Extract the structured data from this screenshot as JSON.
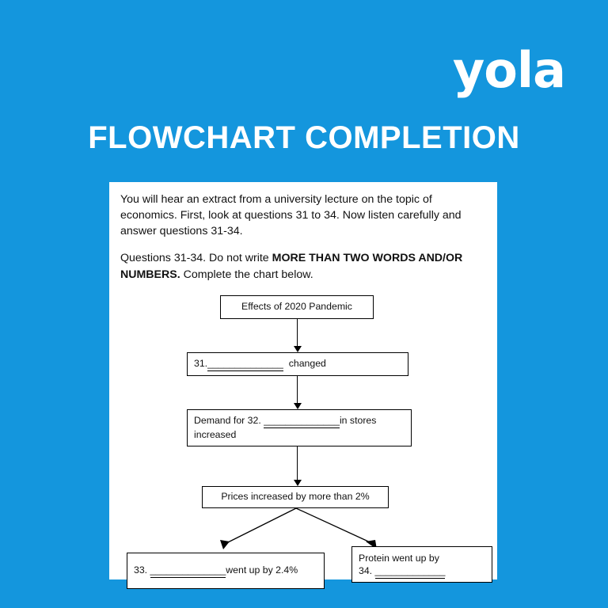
{
  "brand": {
    "logo_text": "yola",
    "accent": "#1496dd"
  },
  "page": {
    "title": "FLOWCHART COMPLETION"
  },
  "worksheet": {
    "intro": "You will hear an extract from a university lecture on the topic of economics. First, look at questions 31 to 34. Now listen carefully and answer questions 31-34.",
    "instruction_prefix": "Questions 31-34.  Do not write ",
    "instruction_bold": "MORE THAN TWO WORDS AND/OR NUMBERS.",
    "instruction_suffix": " Complete the chart below."
  },
  "chart_data": {
    "type": "flowchart",
    "title": "Effects of 2020 Pandemic",
    "nodes": [
      {
        "id": "n1",
        "label": "Effects of 2020 Pandemic"
      },
      {
        "id": "n2",
        "label_pre": "31.",
        "blank": "______________",
        "label_post": "changed"
      },
      {
        "id": "n3",
        "label_pre": "Demand for 32.",
        "blank": "______________",
        "label_post": "in  stores increased"
      },
      {
        "id": "n4",
        "label": "Prices increased by more than 2%"
      },
      {
        "id": "n5",
        "label_pre": "33.",
        "blank": "______________",
        "label_post": "went  up by 2.4%"
      },
      {
        "id": "n6",
        "label_line1": "Protein went up by",
        "label_pre": "34.",
        "blank": "_____________"
      }
    ],
    "edges": [
      {
        "from": "n1",
        "to": "n2"
      },
      {
        "from": "n2",
        "to": "n3"
      },
      {
        "from": "n3",
        "to": "n4"
      },
      {
        "from": "n4",
        "to": "n5"
      },
      {
        "from": "n4",
        "to": "n6"
      }
    ]
  }
}
